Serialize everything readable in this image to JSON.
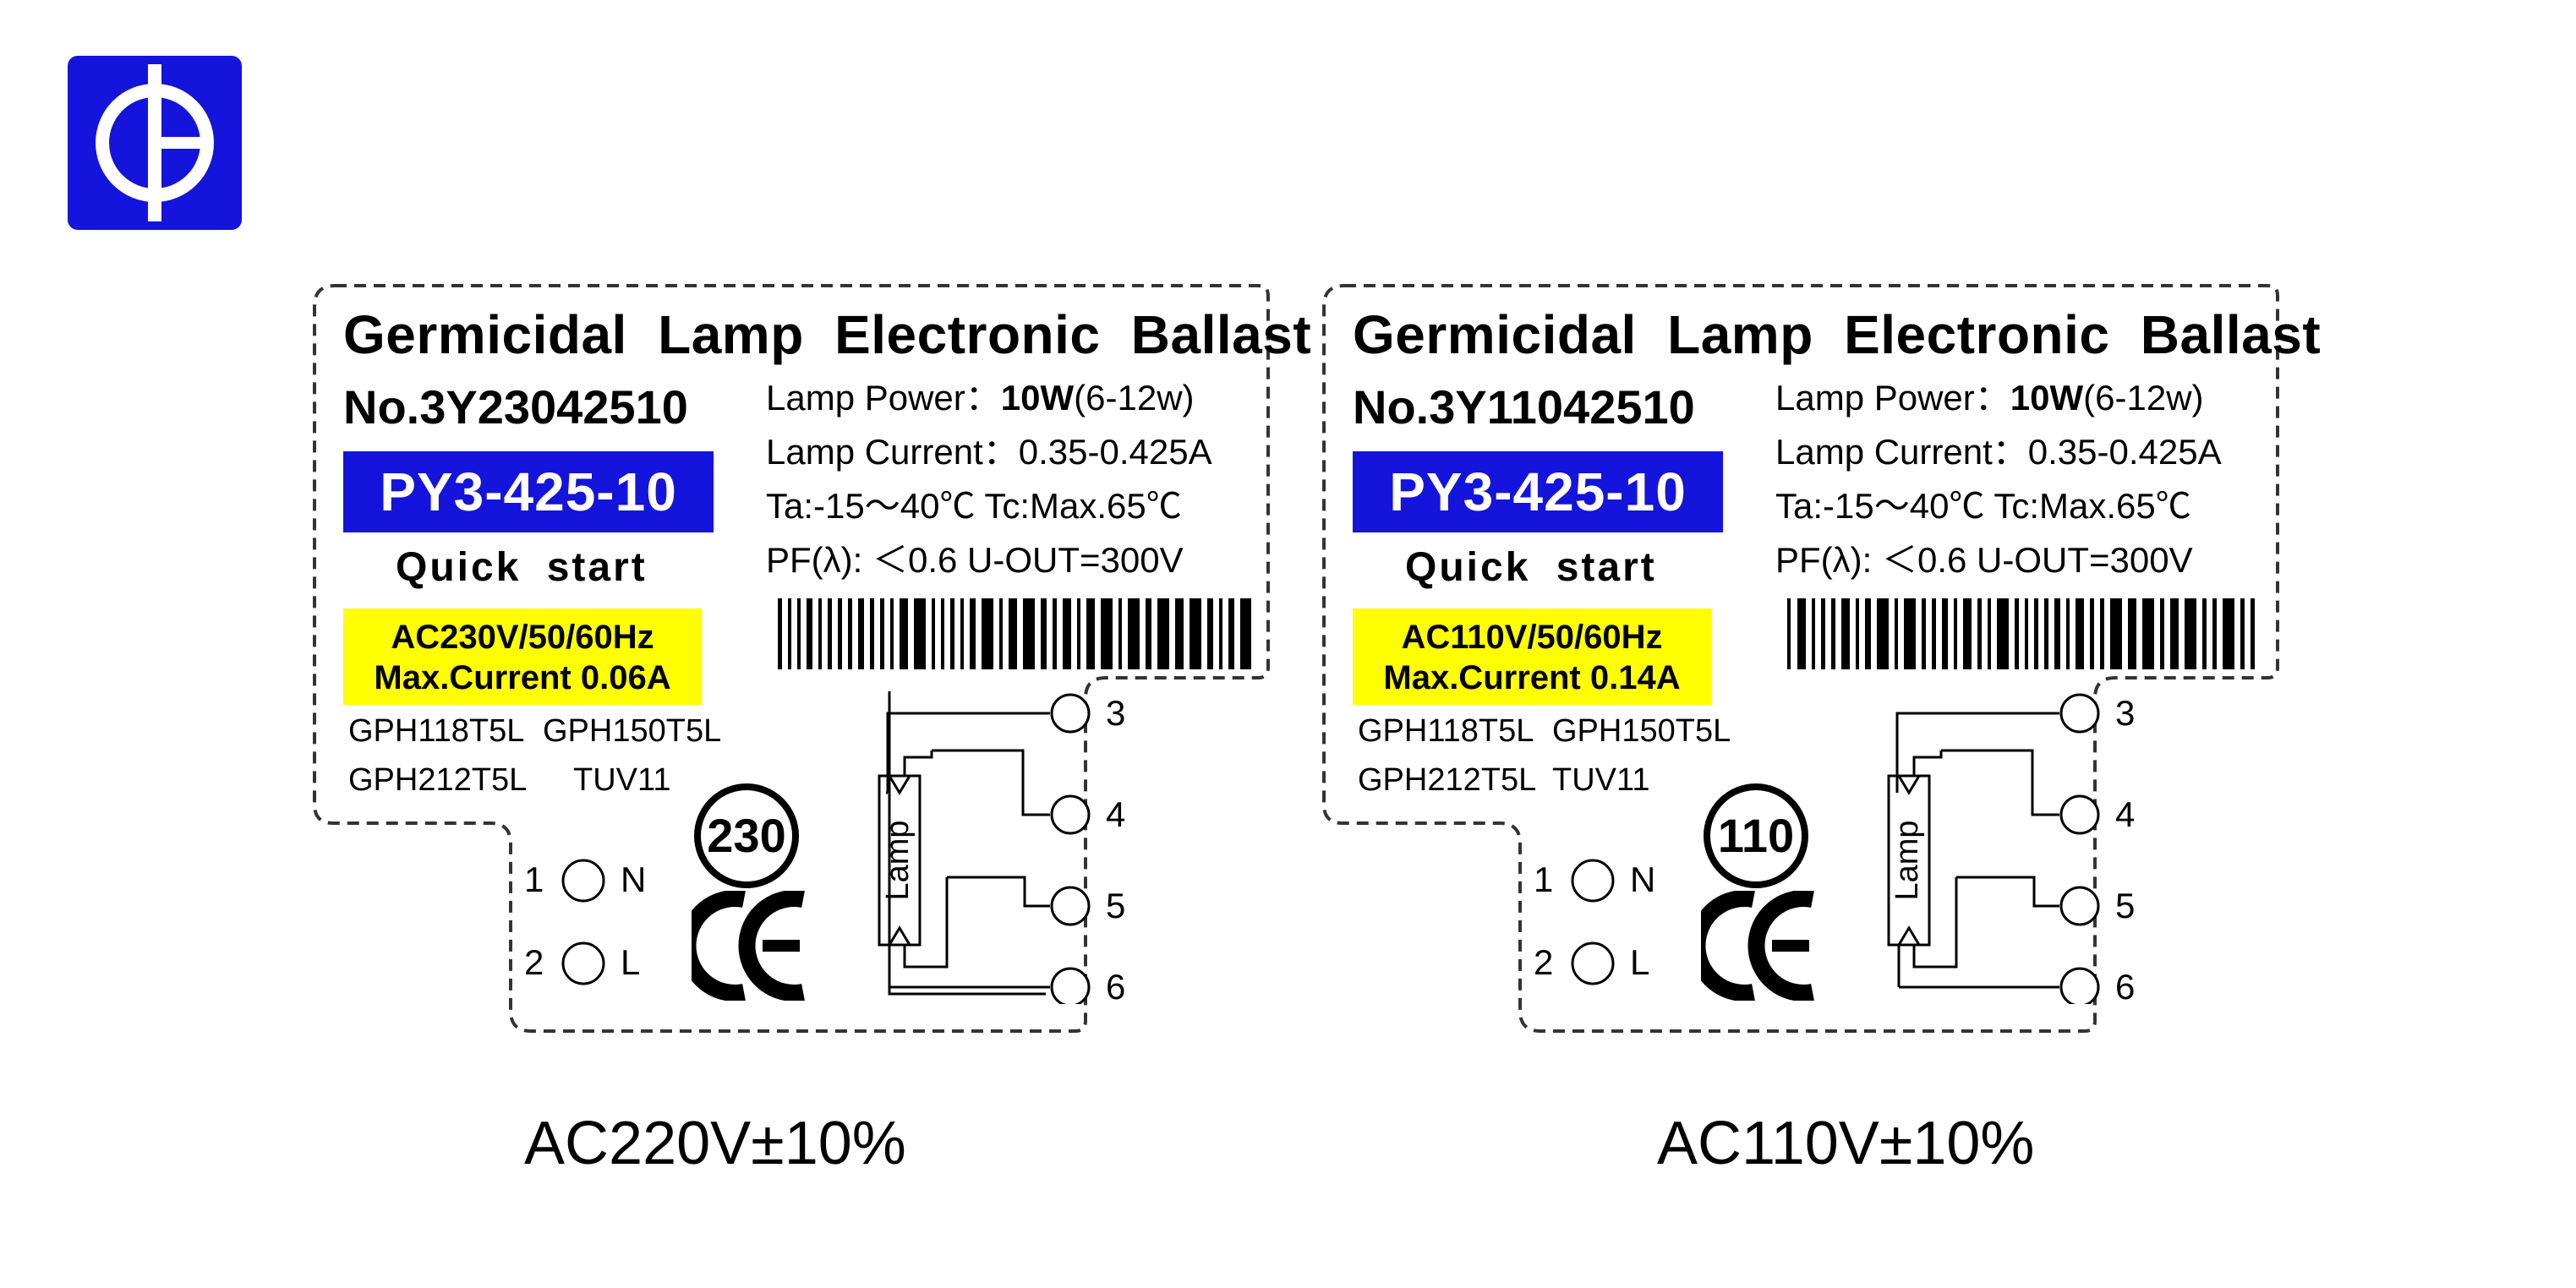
{
  "colors": {
    "logo_blue": "#1414dc",
    "model_bg": "#1414dc",
    "supply_bg": "#ffff00",
    "outline": "#333333"
  },
  "icons": {
    "logo": "brand-logo-icon",
    "cert": "ce-mark-icon",
    "barcode": "barcode-icon"
  },
  "labels": [
    {
      "title": "Germicidal Lamp Electronic Ballast",
      "serial": "No.3Y23042510",
      "model": "PY3-425-10",
      "start_mode": "Quick start",
      "supply_line1": "AC230V/50/60Hz",
      "supply_line2": "Max.Current 0.06A",
      "specs": {
        "power_label": "Lamp Power：",
        "power_value": "10W",
        "power_range": "(6-12w)",
        "current": "Lamp Current：0.35-0.425A",
        "temp": "Ta:-15～40℃ Tc:Max.65℃",
        "pf": "PF(λ): ＜0.6   U-OUT=300V"
      },
      "lamp_types": [
        "GPH118T5L",
        "GPH150T5L",
        "GPH212T5L",
        "TUV11"
      ],
      "voltage_badge": "230",
      "input_terminals": [
        {
          "num": "1",
          "name": "N"
        },
        {
          "num": "2",
          "name": "L"
        }
      ],
      "output_terminals": [
        "3",
        "4",
        "5",
        "6"
      ],
      "lamp_text": "Lamp",
      "caption": "AC220V±10%"
    },
    {
      "title": "Germicidal Lamp Electronic Ballast",
      "serial": "No.3Y11042510",
      "model": "PY3-425-10",
      "start_mode": "Quick start",
      "supply_line1": "AC110V/50/60Hz",
      "supply_line2": "Max.Current 0.14A",
      "specs": {
        "power_label": "Lamp Power：",
        "power_value": "10W",
        "power_range": "(6-12w)",
        "current": "Lamp Current：0.35-0.425A",
        "temp": "Ta:-15～40℃ Tc:Max.65℃",
        "pf": "PF(λ): ＜0.6   U-OUT=300V"
      },
      "lamp_types": [
        "GPH118T5L",
        "GPH150T5L",
        "GPH212T5L",
        "TUV11"
      ],
      "voltage_badge": "110",
      "input_terminals": [
        {
          "num": "1",
          "name": "N"
        },
        {
          "num": "2",
          "name": "L"
        }
      ],
      "output_terminals": [
        "3",
        "4",
        "5",
        "6"
      ],
      "lamp_text": "Lamp",
      "caption": "AC110V±10%"
    }
  ]
}
